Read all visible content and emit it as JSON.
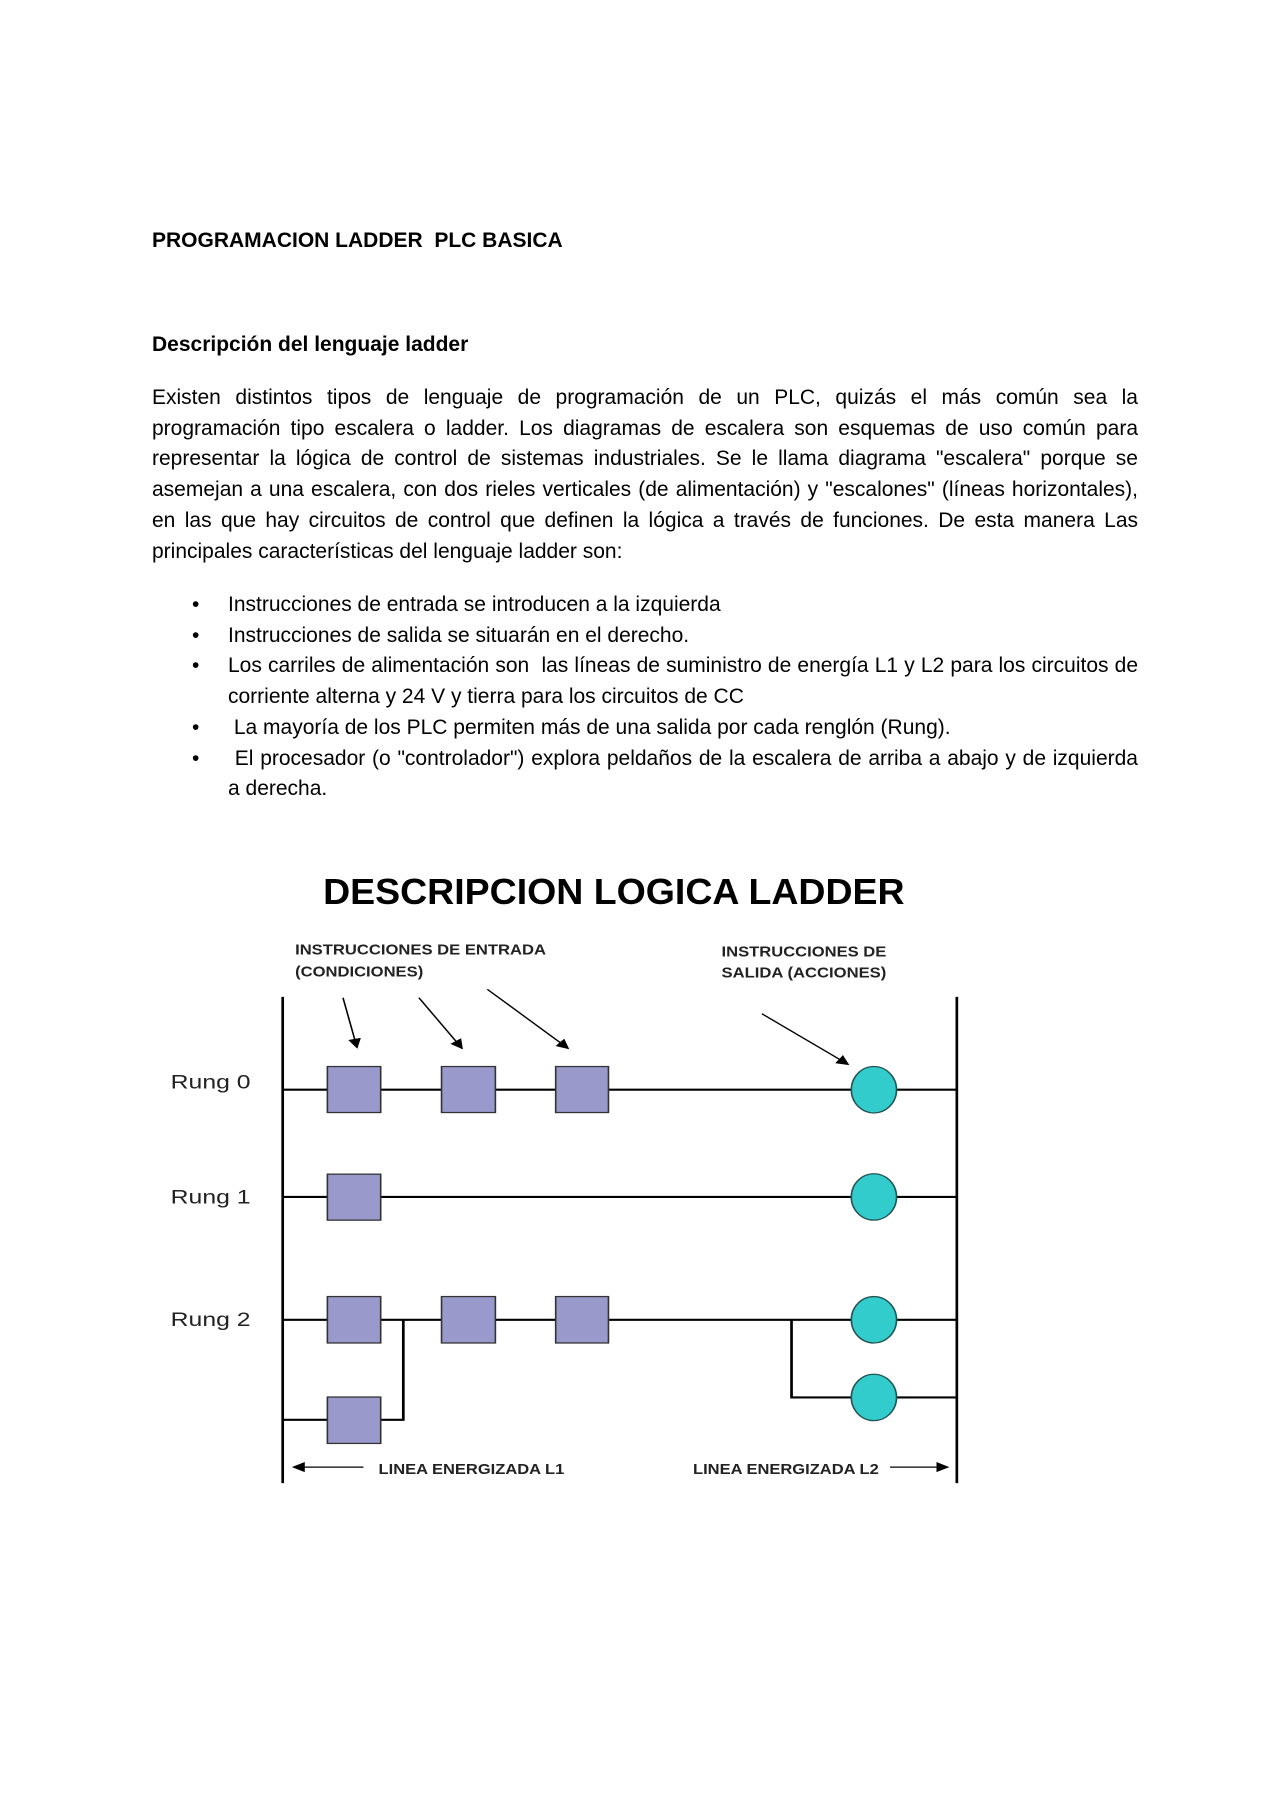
{
  "document": {
    "title": "PROGRAMACION LADDER  PLC BASICA",
    "subtitle": "Descripción del lenguaje ladder",
    "paragraph": "Existen distintos tipos de lenguaje de programación de un PLC, quizás el más común sea la programación tipo escalera o ladder. Los diagramas de escalera son  esquemas de uso común para representar  la lógica de control de sistemas industriales. Se le llama diagrama \"escalera\" porque se asemejan a una escalera, con dos rieles verticales (de alimentación) y  \"escalones\" (líneas horizontales), en  las  que hay circuitos de control que definen la lógica a través de funciones. De esta manera Las principales características del lenguaje ladder son:",
    "bullet_glyph": "•",
    "bullets": [
      "Instrucciones de entrada se introducen a la izquierda",
      "Instrucciones de salida se situarán en el derecho.",
      "Los carriles de alimentación son  las líneas de suministro de energía L1 y L2 para los circuitos de corriente alterna y 24 V y tierra para los circuitos de CC",
      " La mayoría de los PLC permiten más de una salida por cada renglón (Rung).",
      " El procesador (o \"controlador\") explora peldaños de la escalera de arriba a abajo y de izquierda a derecha."
    ]
  },
  "diagram": {
    "title": "DESCRIPCION LOGICA LADDER",
    "input_label_line1": "INSTRUCCIONES DE ENTRADA",
    "input_label_line2": "(CONDICIONES)",
    "output_label_line1": "INSTRUCCIONES DE",
    "output_label_line2": "SALIDA (ACCIONES)",
    "rungs": [
      "Rung 0",
      "Rung 1",
      "Rung 2"
    ],
    "l1_label": "LINEA ENERGIZADA L1",
    "l2_label": "LINEA ENERGIZADA L2",
    "colors": {
      "input_box": "#9999cc",
      "output_coil": "#33cccc",
      "line": "#000000"
    }
  }
}
